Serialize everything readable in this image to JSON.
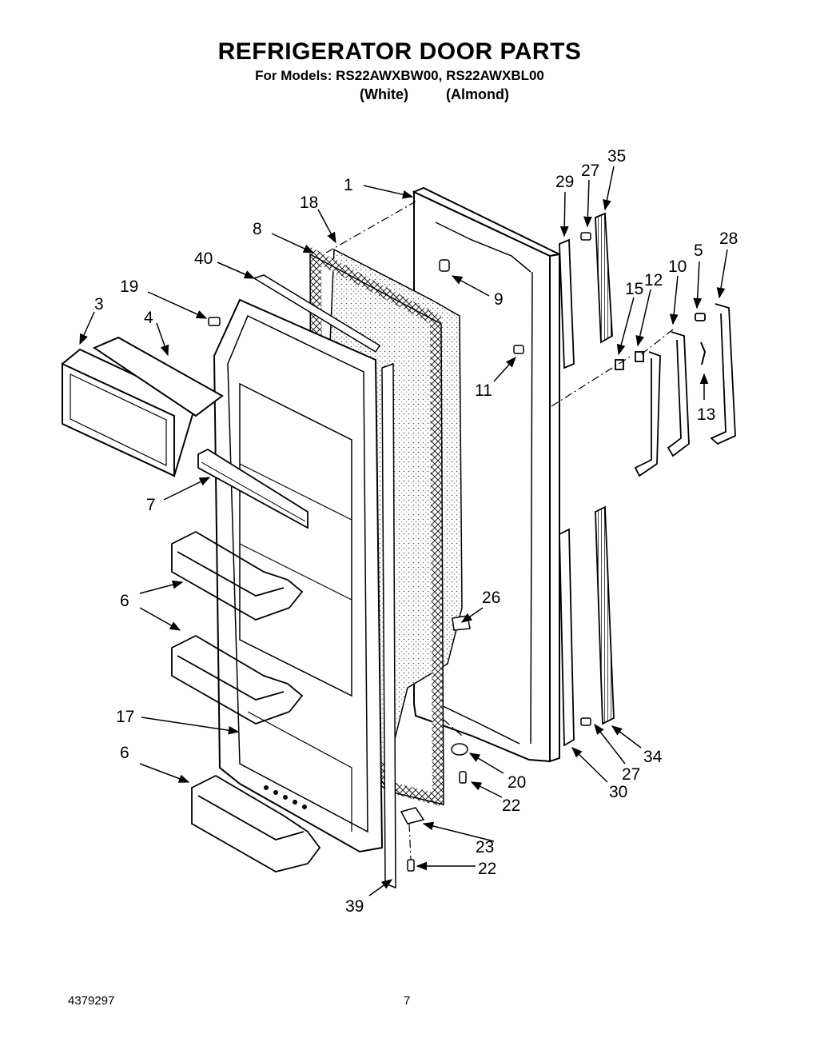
{
  "header": {
    "title": "REFRIGERATOR DOOR PARTS",
    "models_line": "For Models: RS22AWXBW00, RS22AWXBL00",
    "variant_white": "(White)",
    "variant_almond": "(Almond)"
  },
  "footer": {
    "doc_number": "4379297",
    "page_number": "7"
  },
  "callouts": {
    "c1": "1",
    "c18": "18",
    "c8": "8",
    "c40": "40",
    "c19": "19",
    "c3": "3",
    "c4": "4",
    "c9": "9",
    "c11": "11",
    "c7": "7",
    "c6a": "6",
    "c6b": "6",
    "c6c": "6",
    "c17": "17",
    "c26": "26",
    "c20": "20",
    "c22a": "22",
    "c23": "23",
    "c22b": "22",
    "c39": "39",
    "c29": "29",
    "c27a": "27",
    "c35": "35",
    "c28": "28",
    "c5": "5",
    "c10": "10",
    "c12": "12",
    "c15": "15",
    "c13": "13",
    "c34": "34",
    "c27b": "27",
    "c30": "30"
  }
}
